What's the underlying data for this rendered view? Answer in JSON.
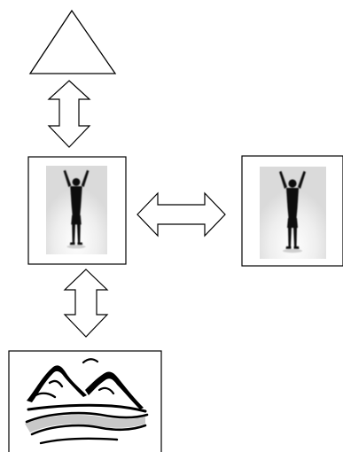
{
  "diagram": {
    "nodes": [
      {
        "id": "triangle",
        "shape": "triangle"
      },
      {
        "id": "person-photo-main",
        "content": "silhouette-person-arms-raised"
      },
      {
        "id": "person-photo-side",
        "content": "silhouette-person-arms-raised"
      },
      {
        "id": "landscape",
        "content": "mountains-river-clipart"
      }
    ],
    "connections": [
      {
        "from": "triangle",
        "to": "person-photo-main",
        "arrow": "double-headed"
      },
      {
        "from": "person-photo-main",
        "to": "person-photo-side",
        "arrow": "double-headed"
      },
      {
        "from": "person-photo-main",
        "to": "landscape",
        "arrow": "double-headed"
      }
    ]
  },
  "colors": {
    "stroke": "#000000",
    "fill": "#ffffff",
    "silhouette": "#111111",
    "photo_background": "#f4f4f4",
    "river_fill": "#c8c8c8"
  }
}
